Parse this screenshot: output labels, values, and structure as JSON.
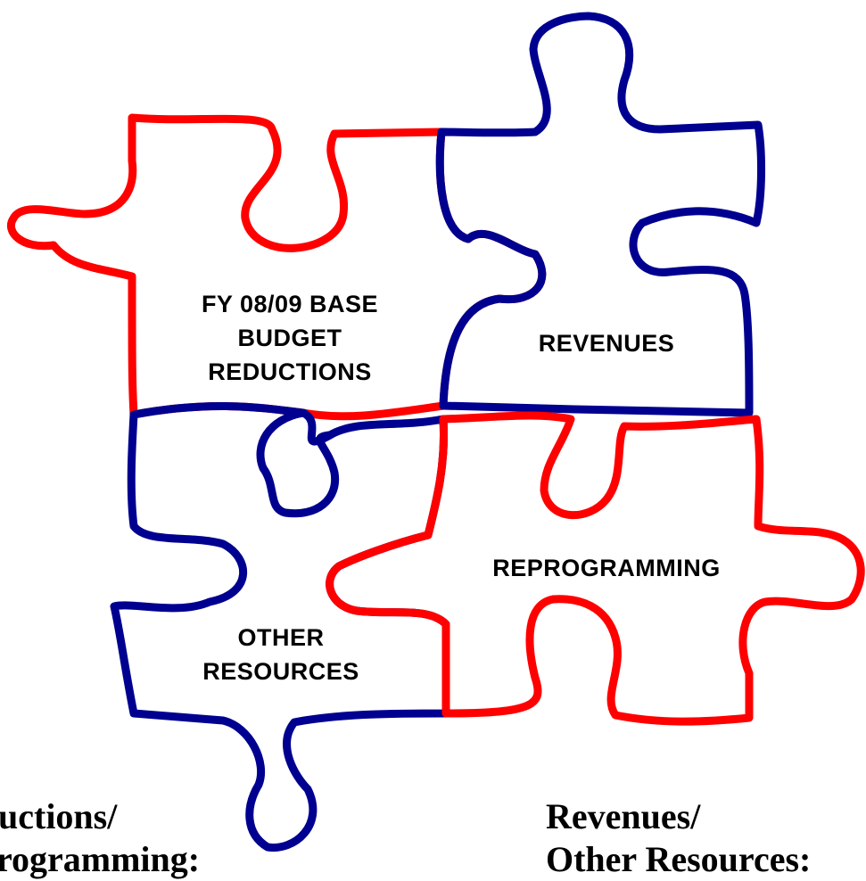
{
  "pieces": {
    "base_budget": {
      "lines": [
        "FY 08/09 BASE",
        "BUDGET",
        "REDUCTIONS"
      ]
    },
    "revenues": {
      "label": "REVENUES"
    },
    "other_resources": {
      "lines": [
        "OTHER",
        "RESOURCES"
      ]
    },
    "reprogramming": {
      "label": "REPROGRAMMING"
    }
  },
  "captions": {
    "left": {
      "line1": "uctions/",
      "line2": "rogramming:"
    },
    "right": {
      "line1": "Revenues/",
      "line2": "Other Resources:"
    }
  },
  "colors": {
    "red": "#ff0000",
    "navy": "#000090",
    "text": "#000000"
  }
}
